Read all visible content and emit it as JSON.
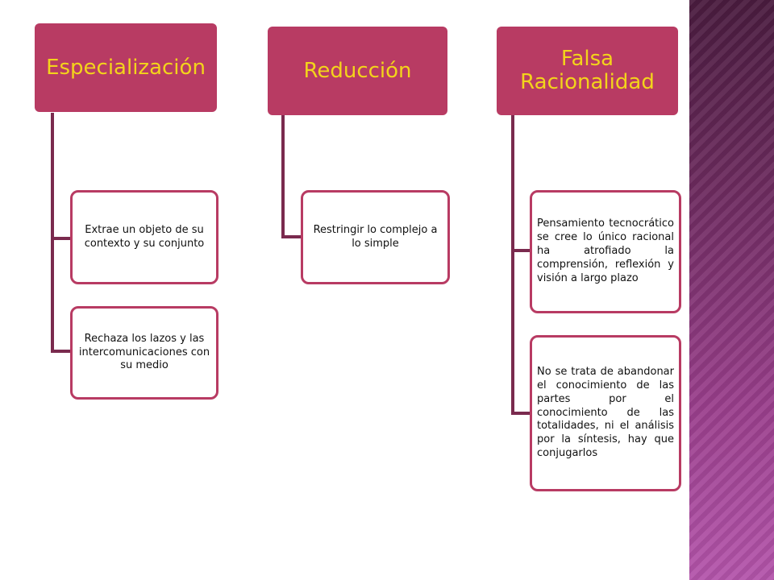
{
  "colors": {
    "header_fill": "#b83b63",
    "header_text": "#f3d41b",
    "box_border": "#b83b63",
    "connector": "#7a2a4e",
    "sidebar": "#7a2f6c"
  },
  "columns": [
    {
      "title": "Especialización",
      "items": [
        "Extrae un objeto de su contexto  y su conjunto",
        "Rechaza  los lazos y las intercomunicaciones con su medio"
      ]
    },
    {
      "title": "Reducción",
      "items": [
        "Restringir lo complejo a lo simple"
      ]
    },
    {
      "title": "Falsa Racionalidad",
      "items": [
        "Pensamiento tecnocrático se cree lo único racional ha atrofiado la comprensión, reflexión y visión a largo plazo",
        "No se trata de abandonar el conocimiento de las partes por el conocimiento de las totalidades, ni el análisis por la síntesis, hay que conjugarlos"
      ]
    }
  ]
}
